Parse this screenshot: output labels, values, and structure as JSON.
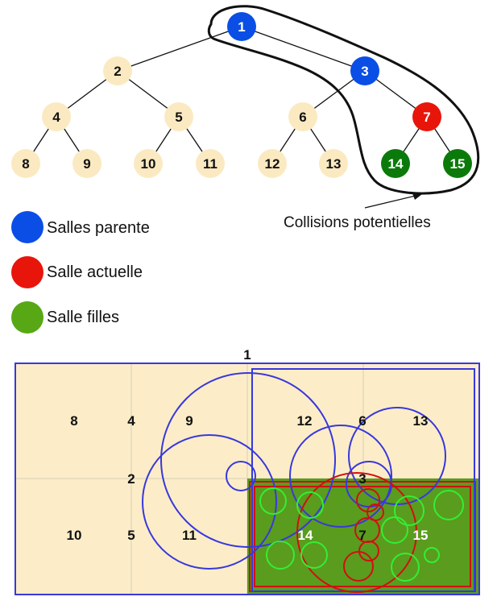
{
  "tree": {
    "nodes": [
      {
        "id": "1",
        "state": "parent"
      },
      {
        "id": "2",
        "state": "none"
      },
      {
        "id": "3",
        "state": "parent"
      },
      {
        "id": "4",
        "state": "none"
      },
      {
        "id": "5",
        "state": "none"
      },
      {
        "id": "6",
        "state": "none"
      },
      {
        "id": "7",
        "state": "current"
      },
      {
        "id": "8",
        "state": "none"
      },
      {
        "id": "9",
        "state": "none"
      },
      {
        "id": "10",
        "state": "none"
      },
      {
        "id": "11",
        "state": "none"
      },
      {
        "id": "12",
        "state": "none"
      },
      {
        "id": "13",
        "state": "none"
      },
      {
        "id": "14",
        "state": "child"
      },
      {
        "id": "15",
        "state": "child"
      }
    ],
    "callout_label": "Collisions potentielles"
  },
  "legend": [
    {
      "key": "parent",
      "label": "Salles parente",
      "color": "#0a4ee6"
    },
    {
      "key": "current",
      "label": "Salle actuelle",
      "color": "#e8150b"
    },
    {
      "key": "child",
      "label": "Salle filles",
      "color": "#57a814"
    }
  ],
  "colors": {
    "node_fill": "#fbeac1",
    "parent": "#0a4ee6",
    "current": "#e8150b",
    "child": "#0b7a0b",
    "map_bg": "#fcedc8",
    "map_grid": "#d8d0b8",
    "child_region": "#5a9c1e",
    "blue_outline": "#3838dd",
    "red_outline": "#d01010",
    "green_outline": "#33ee33"
  },
  "map": {
    "labels": [
      "1",
      "8",
      "4",
      "9",
      "12",
      "6",
      "13",
      "2",
      "3",
      "10",
      "5",
      "11",
      "14",
      "7",
      "15"
    ]
  }
}
